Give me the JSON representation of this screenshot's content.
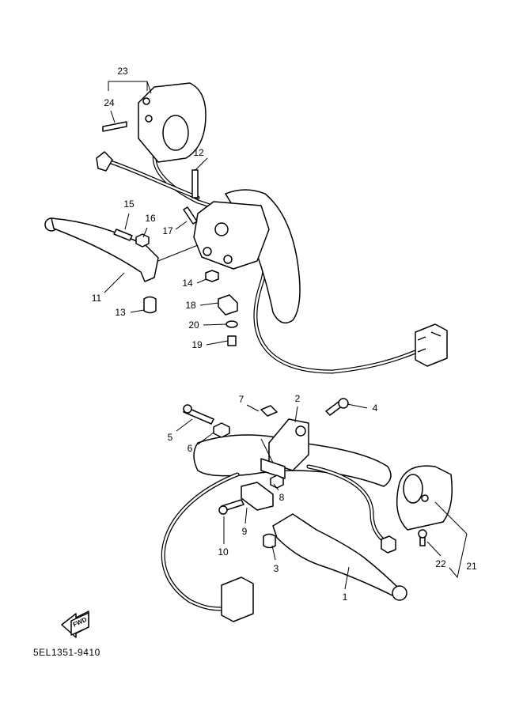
{
  "diagram_code": "5EL1351-9410",
  "fwd_label": "FWD",
  "callouts": {
    "c1": "1",
    "c2": "2",
    "c3": "3",
    "c4": "4",
    "c5": "5",
    "c6": "6",
    "c7": "7",
    "c8": "8",
    "c9": "9",
    "c10": "10",
    "c11": "11",
    "c12": "12",
    "c13": "13",
    "c14": "14",
    "c15": "15",
    "c16": "16",
    "c17": "17",
    "c18": "18",
    "c19": "19",
    "c20": "20",
    "c21": "21",
    "c22": "22",
    "c23": "23",
    "c24": "24"
  }
}
